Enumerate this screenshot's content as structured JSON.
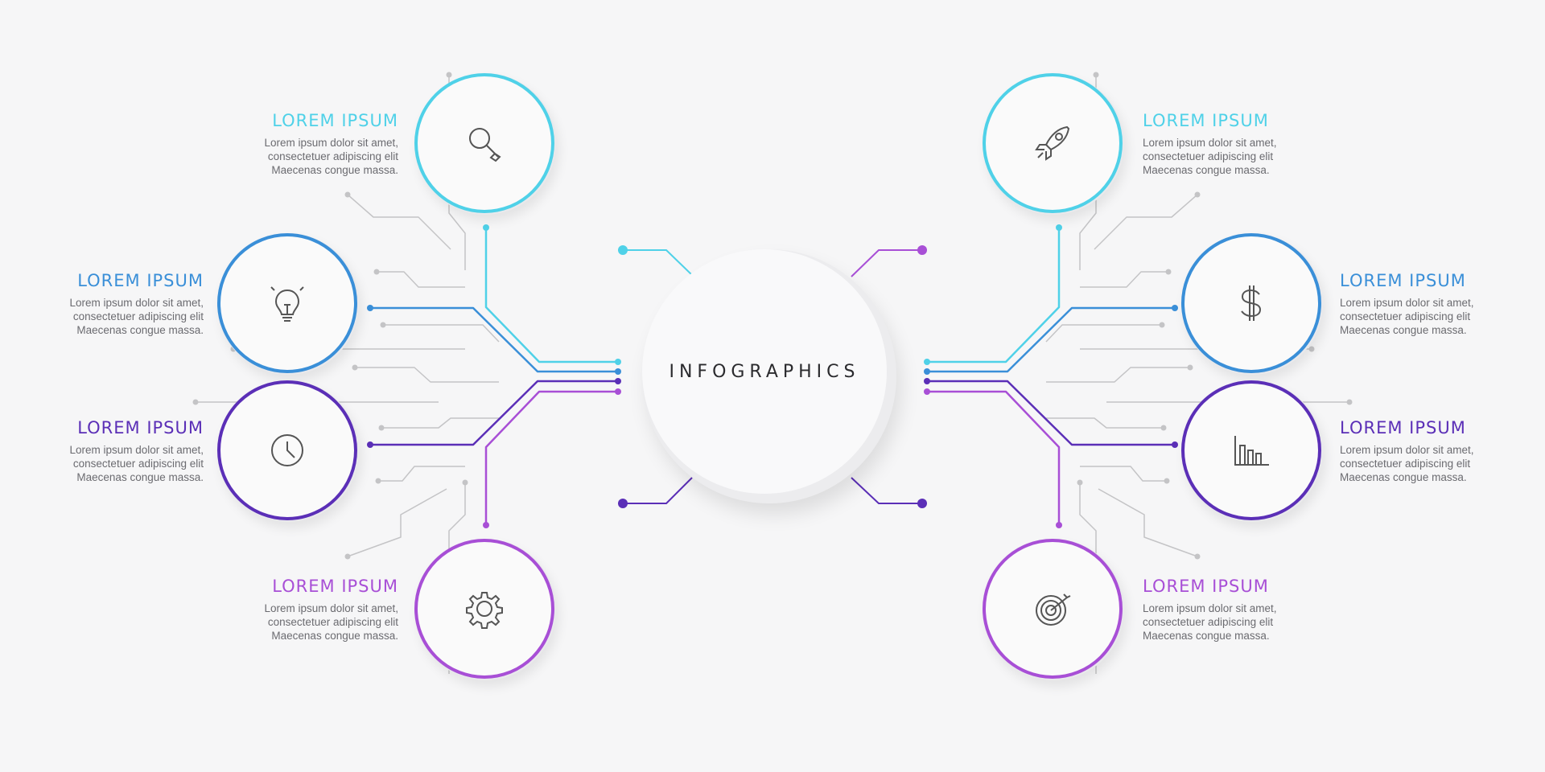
{
  "center": {
    "title": "INFOGRAPHICS"
  },
  "colors": {
    "cyan": "#4fd1e8",
    "blue": "#3a8fd8",
    "indigo": "#5b2fb7",
    "violet": "#a84fd6",
    "circuit_gray": "#c4c4c6"
  },
  "items": [
    {
      "id": "search",
      "title": "LOREM IPSUM",
      "body": "Lorem ipsum dolor sit amet,\nconsectetuer adipiscing elit\nMaecenas congue massa.",
      "icon": "search-icon",
      "color": "#4fd1e8"
    },
    {
      "id": "idea",
      "title": "LOREM IPSUM",
      "body": "Lorem ipsum dolor sit amet,\nconsectetuer adipiscing elit\nMaecenas congue massa.",
      "icon": "lightbulb-icon",
      "color": "#3a8fd8"
    },
    {
      "id": "time",
      "title": "LOREM IPSUM",
      "body": "Lorem ipsum dolor sit amet,\nconsectetuer adipiscing elit\nMaecenas congue massa.",
      "icon": "clock-icon",
      "color": "#5b2fb7"
    },
    {
      "id": "settings",
      "title": "LOREM IPSUM",
      "body": "Lorem ipsum dolor sit amet,\nconsectetuer adipiscing elit\nMaecenas congue massa.",
      "icon": "gear-icon",
      "color": "#a84fd6"
    },
    {
      "id": "launch",
      "title": "LOREM IPSUM",
      "body": "Lorem ipsum dolor sit amet,\nconsectetuer adipiscing elit\nMaecenas congue massa.",
      "icon": "rocket-icon",
      "color": "#4fd1e8"
    },
    {
      "id": "money",
      "title": "LOREM IPSUM",
      "body": "Lorem ipsum dolor sit amet,\nconsectetuer adipiscing elit\nMaecenas congue massa.",
      "icon": "dollar-icon",
      "color": "#3a8fd8"
    },
    {
      "id": "stats",
      "title": "LOREM IPSUM",
      "body": "Lorem ipsum dolor sit amet,\nconsectetuer adipiscing elit\nMaecenas congue massa.",
      "icon": "bar-chart-icon",
      "color": "#5b2fb7"
    },
    {
      "id": "target",
      "title": "LOREM IPSUM",
      "body": "Lorem ipsum dolor sit amet,\nconsectetuer adipiscing elit\nMaecenas congue massa.",
      "icon": "target-icon",
      "color": "#a84fd6"
    }
  ]
}
